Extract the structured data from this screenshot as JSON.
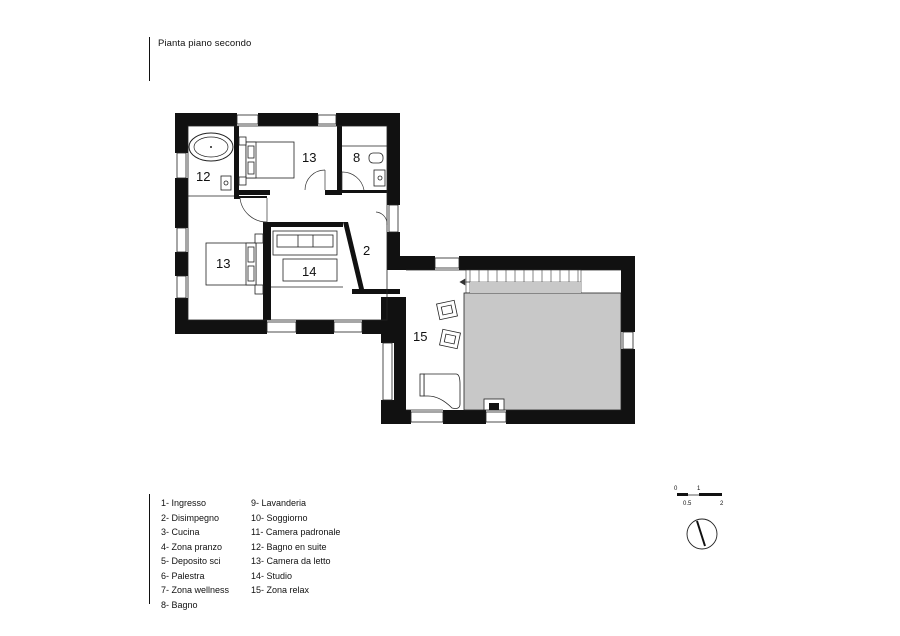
{
  "title": "Pianta piano secondo",
  "rooms": {
    "r12": "12",
    "r13_top": "13",
    "r8": "8",
    "r13_left": "13",
    "r14": "14",
    "r2": "2",
    "r15": "15"
  },
  "legend": {
    "col1": [
      "1- Ingresso",
      "2- Disimpegno",
      "3- Cucina",
      "4- Zona pranzo",
      "5- Deposito sci",
      "6- Palestra",
      "7- Zona wellness",
      "8- Bagno"
    ],
    "col2": [
      "9- Lavanderia",
      "10- Soggiorno",
      "11- Camera padronale",
      "12- Bagno en suite",
      "13- Camera da letto",
      "14- Studio",
      "15- Zona relax"
    ]
  },
  "scale": {
    "labels": [
      "0",
      "1",
      "0.5",
      "2"
    ]
  },
  "colors": {
    "wall": "#111111",
    "void": "#c8c8c8",
    "line": "#222222"
  }
}
